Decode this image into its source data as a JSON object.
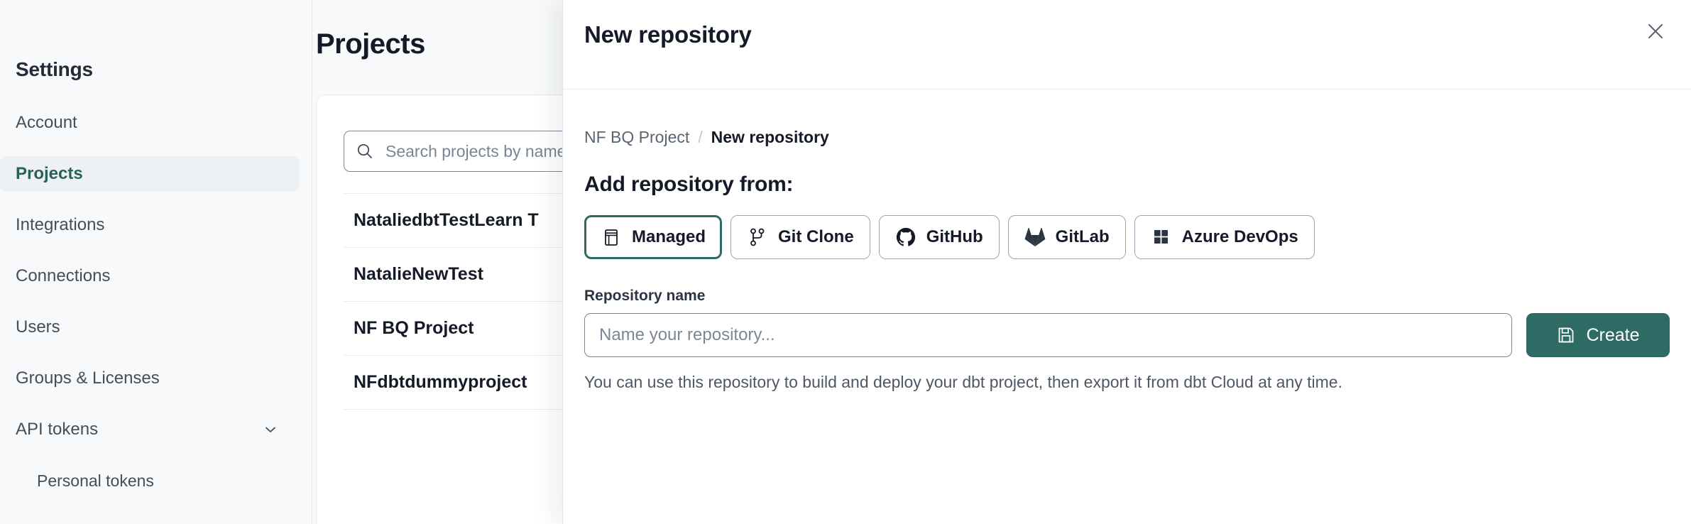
{
  "sidebar": {
    "title": "Settings",
    "items": [
      {
        "label": "Account",
        "icon": "",
        "active": false,
        "sub": false
      },
      {
        "label": "Projects",
        "icon": "",
        "active": true,
        "sub": false
      },
      {
        "label": "Integrations",
        "icon": "",
        "active": false,
        "sub": false
      },
      {
        "label": "Connections",
        "icon": "",
        "active": false,
        "sub": false
      },
      {
        "label": "Users",
        "icon": "",
        "active": false,
        "sub": false
      },
      {
        "label": "Groups & Licenses",
        "icon": "",
        "active": false,
        "sub": false
      },
      {
        "label": "API tokens",
        "icon": "chevron-down-icon",
        "active": false,
        "sub": false
      },
      {
        "label": "Personal tokens",
        "icon": "",
        "active": false,
        "sub": true
      }
    ]
  },
  "main": {
    "page_title": "Projects",
    "search": {
      "placeholder": "Search projects by name",
      "value": "",
      "icon": "search-icon"
    },
    "projects": [
      {
        "name": "NataliedbtTestLearn T"
      },
      {
        "name": "NatalieNewTest"
      },
      {
        "name": "NF BQ Project"
      },
      {
        "name": "NFdbtdummyproject"
      }
    ]
  },
  "modal": {
    "title": "New repository",
    "close_icon": "close-icon",
    "breadcrumb": {
      "parent": "NF BQ Project",
      "separator": "/",
      "current": "New repository"
    },
    "section_heading": "Add repository from:",
    "sources": [
      {
        "label": "Managed",
        "icon": "managed-repo-icon",
        "selected": true
      },
      {
        "label": "Git Clone",
        "icon": "git-clone-icon",
        "selected": false
      },
      {
        "label": "GitHub",
        "icon": "github-icon",
        "selected": false
      },
      {
        "label": "GitLab",
        "icon": "gitlab-icon",
        "selected": false
      },
      {
        "label": "Azure DevOps",
        "icon": "azure-devops-icon",
        "selected": false
      }
    ],
    "repository_name": {
      "label": "Repository name",
      "placeholder": "Name your repository...",
      "value": ""
    },
    "create_button": {
      "label": "Create",
      "icon": "save-icon"
    },
    "help_text": "You can use this repository to build and deploy your dbt project, then export it from dbt Cloud at any time."
  },
  "colors": {
    "accent_teal": "#2d6b64",
    "active_nav_text": "#28605a",
    "text_dark": "#141a27",
    "text_muted": "#5b6472",
    "page_bg": "#f7f9fa",
    "panel_bg": "#ffffff",
    "border": "#e6eaed"
  }
}
